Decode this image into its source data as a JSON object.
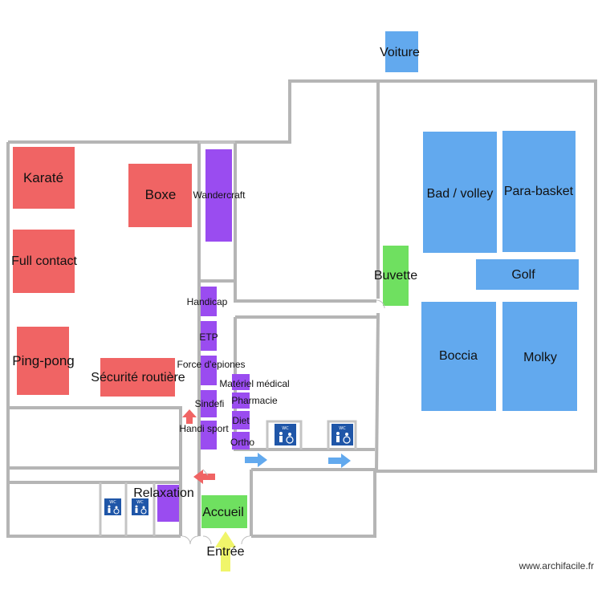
{
  "labels": {
    "voiture": "Voiture",
    "karate": "Karaté",
    "boxe": "Boxe",
    "wandercraft": "Wandercraft",
    "full_contact": "Full contact",
    "ping_pong": "Ping-pong",
    "securite_routiere": "Sécurité routière",
    "handicap": "Handicap",
    "etp": "ETP",
    "force_epionnes": "Force d'epiones",
    "materiel_medical": "Matériel médical",
    "pharmacie": "Pharmacie",
    "sindefi": "Sindefi",
    "diet": "Diet",
    "handi_sport": "Handi sport",
    "ortho": "Ortho",
    "buvette": "Buvette",
    "bad_volley": "Bad / volley",
    "para_basket": "Para-basket",
    "golf": "Golf",
    "boccia": "Boccia",
    "molky": "Molky",
    "relaxation": "Relaxation",
    "accueil": "Accueil",
    "entree": "Entrée",
    "wc": "WC"
  },
  "watermark": "www.archifacile.fr",
  "colors": {
    "red": "#f06464",
    "blue": "#62a9ee",
    "purple": "#9a4cf0",
    "green": "#6fe060",
    "wall": "#b5b5b5",
    "arrow_red": "#f06464",
    "arrow_blue": "#62a9ee",
    "arrow_yellow": "#f0f56a",
    "wc_sign": "#1f56a8"
  },
  "icons": [
    "wc-accessible-icon",
    "arrow-icon",
    "entrance-arrow-icon"
  ]
}
